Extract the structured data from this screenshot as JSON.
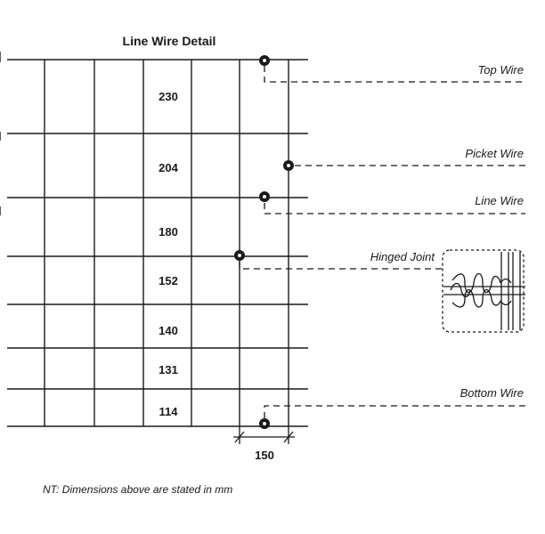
{
  "title": "Line Wire Detail",
  "spacings_mm": [
    "230",
    "204",
    "180",
    "152",
    "140",
    "131",
    "114"
  ],
  "bottom_dimension_mm": "150",
  "wire_labels": {
    "top": "Top Wire",
    "picket": "Picket Wire",
    "line": "Line Wire",
    "hinged": "Hinged Joint",
    "bottom": "Bottom Wire"
  },
  "note": "NT: Dimensions above are stated in mm",
  "colors": {
    "ink": "#1a1a1a",
    "background": "#ffffff"
  }
}
